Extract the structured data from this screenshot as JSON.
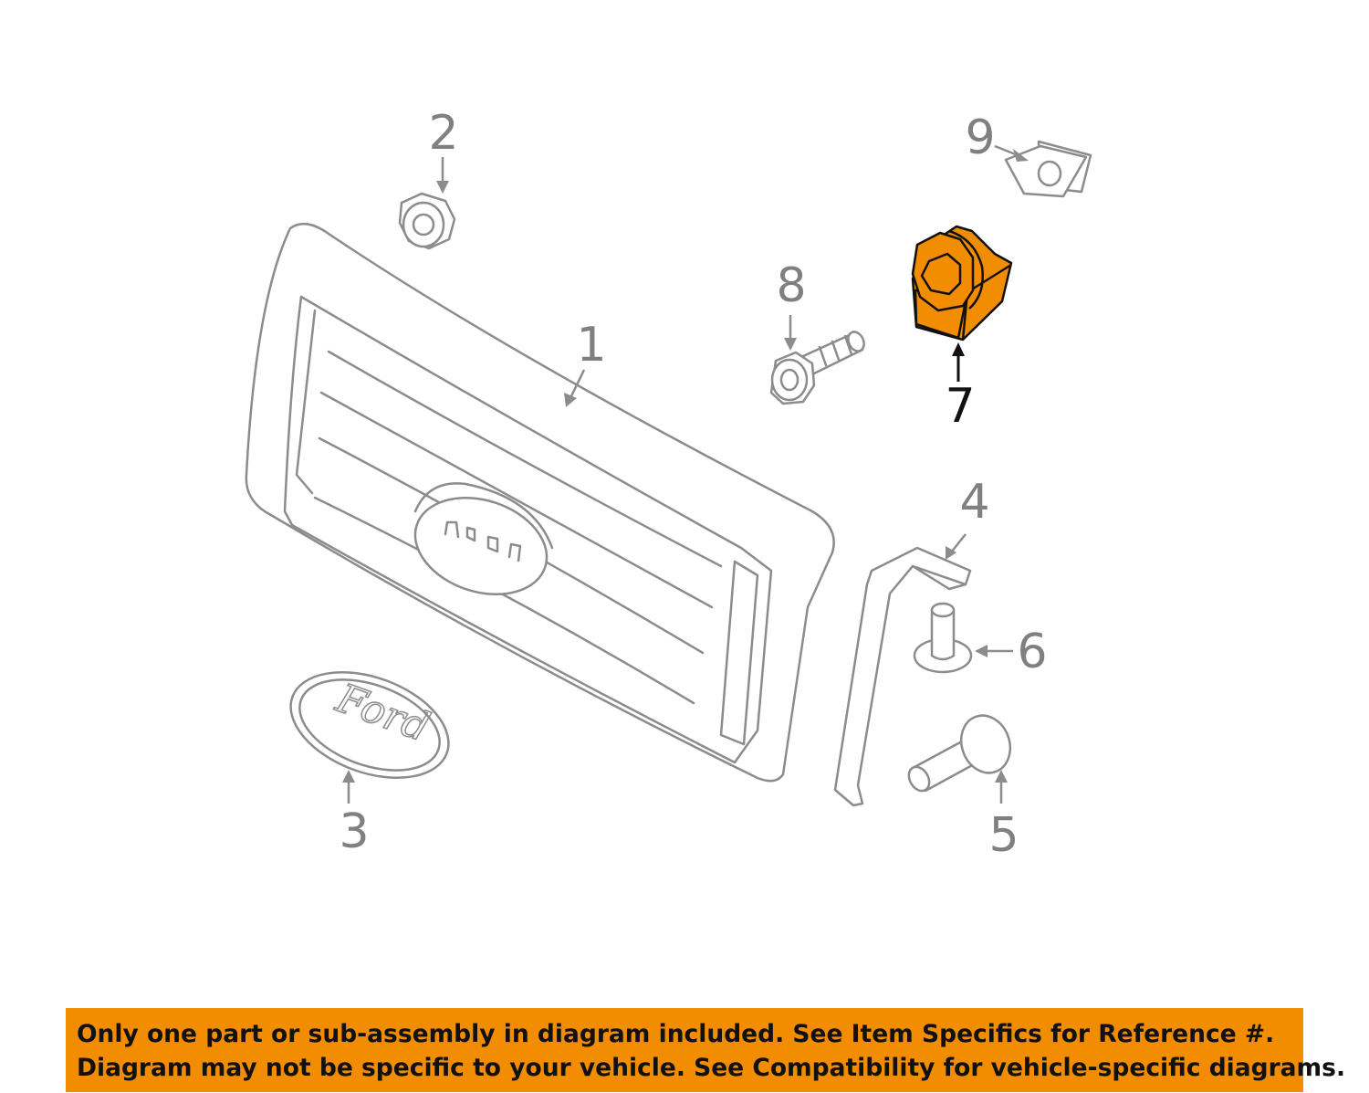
{
  "callouts": {
    "c1": "1",
    "c2": "2",
    "c3": "3",
    "c4": "4",
    "c5": "5",
    "c6": "6",
    "c7": "7",
    "c8": "8",
    "c9": "9"
  },
  "highlighted_part": "7",
  "colors": {
    "highlight": "#f28c00",
    "line_art": "#8c8c8c",
    "callout_text": "#808080",
    "notice_background": "#f28c00"
  },
  "notice": {
    "line1": "Only one part or sub-assembly in diagram included. See Item Specifics for Reference #.",
    "line2": "Diagram may not be specific to your vehicle. See Compatibility for vehicle-specific diagrams."
  }
}
